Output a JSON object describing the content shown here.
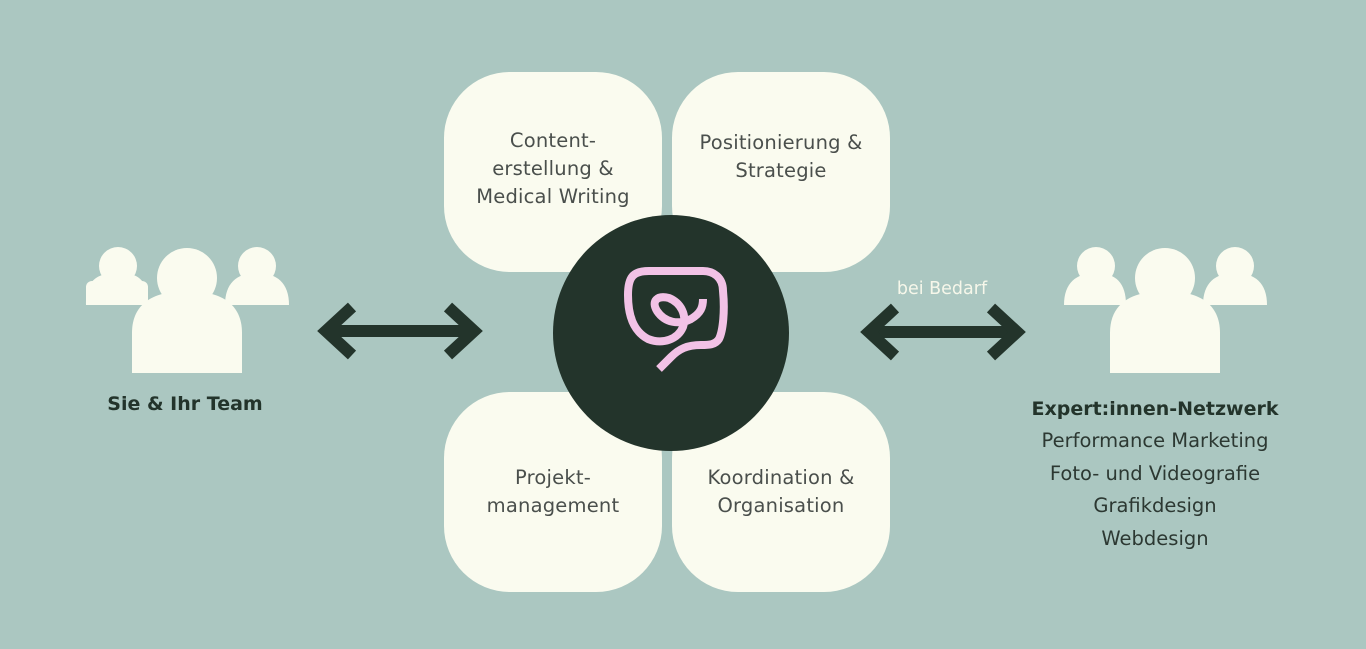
{
  "tiles": [
    {
      "label": "Content-\nerstellung &\nMedical Writing"
    },
    {
      "label": "Positionierung &\nStrategie"
    },
    {
      "label": "Projekt-\nmanagement"
    },
    {
      "label": "Koordination &\nOrganisation"
    }
  ],
  "left_group": {
    "label": "Sie & Ihr Team",
    "icon": "people-group-icon"
  },
  "right_group": {
    "title": "Expert:innen-Netzwerk",
    "items": [
      "Performance Marketing",
      "Foto- und Videografie",
      "Grafikdesign",
      "Webdesign"
    ],
    "icon": "people-group-icon"
  },
  "connector_right": {
    "label": "bei Bedarf"
  },
  "hub": {
    "icon": "brand-logo-icon"
  },
  "colors": {
    "background": "#abc7c1",
    "tile": "#fafbef",
    "hub": "#23342b",
    "logo": "#f2c2e6",
    "arrow": "#23342b"
  }
}
